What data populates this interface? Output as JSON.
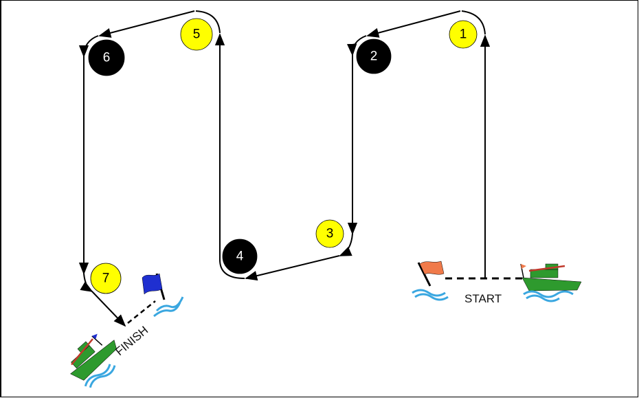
{
  "marks": [
    {
      "label": "1",
      "fill": "#ffff00",
      "text_color": "#000000"
    },
    {
      "label": "2",
      "fill": "#000000",
      "text_color": "#ffffff"
    },
    {
      "label": "3",
      "fill": "#ffff00",
      "text_color": "#000000"
    },
    {
      "label": "4",
      "fill": "#000000",
      "text_color": "#ffffff"
    },
    {
      "label": "5",
      "fill": "#ffff00",
      "text_color": "#000000"
    },
    {
      "label": "6",
      "fill": "#000000",
      "text_color": "#ffffff"
    },
    {
      "label": "7",
      "fill": "#ffff00",
      "text_color": "#000000"
    }
  ],
  "start_label": "START",
  "finish_label": "FINISH",
  "colors": {
    "course_line": "#000000",
    "start_flag": "#f07a4a",
    "finish_flag": "#1f2fd0",
    "boat_hull": "#2e9a2e",
    "boat_trim": "#c0392b",
    "water": "#3aa7e0"
  }
}
